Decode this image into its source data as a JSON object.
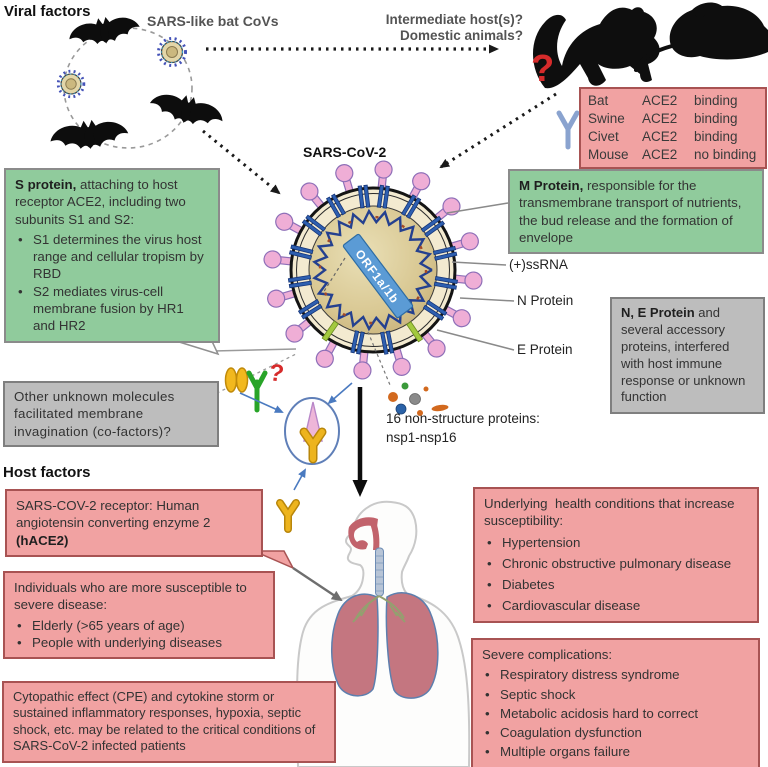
{
  "viral": {
    "heading": "Viral factors",
    "bat_covs": "SARS-like bat CoVs",
    "intermediate_line1": "Intermediate host(s)?",
    "intermediate_line2": "Domestic animals?",
    "host_question": "?",
    "cofactor_question": "?"
  },
  "table": {
    "rows": [
      {
        "animal": "Bat",
        "receptor": "ACE2",
        "binding": "binding"
      },
      {
        "animal": "Swine",
        "receptor": "ACE2",
        "binding": "binding"
      },
      {
        "animal": "Civet",
        "receptor": "ACE2",
        "binding": "binding"
      },
      {
        "animal": "Mouse",
        "receptor": "ACE2",
        "binding": "no binding"
      }
    ]
  },
  "virus": {
    "label": "SARS-CoV-2",
    "orf": "ORF1a/1b",
    "ssrna": "(+)ssRNA",
    "n_protein": "N Protein",
    "e_protein": "E Protein",
    "nsp_line1": "16 non-structure proteins:",
    "nsp_line2": "nsp1-nsp16"
  },
  "boxes": {
    "s_protein": {
      "lead": "S protein,",
      "rest": " attaching to host receptor ACE2, including two subunits S1 and S2:",
      "bullets": [
        "S1 determines the virus host range and cellular tropism by RBD",
        "S2 mediates virus-cell membrane fusion by HR1 and HR2"
      ]
    },
    "m_protein": {
      "lead": "M Protein,",
      "rest": " responsible for the transmembrane transport of nutrients, the bud release and the formation of envelope"
    },
    "ne_protein": {
      "lead": "N, E Protein",
      "rest": " and several accessory proteins, interfered with host immune response or unknown function"
    },
    "cofactors": {
      "text": "Other unknown molecules facilitated membrane invagination (co-factors)?"
    }
  },
  "host": {
    "heading": "Host factors",
    "receptor": {
      "text": "SARS-COV-2 receptor: Human angiotensin converting enzyme 2 ",
      "bold": "(hACE2)"
    },
    "susceptible": {
      "intro": "Individuals who are more susceptible to severe disease:",
      "bullets": [
        "Elderly (>65 years of age)",
        "People with underlying diseases"
      ]
    },
    "cpe": {
      "text": "Cytopathic effect (CPE) and cytokine storm or sustained inflammatory responses, hypoxia, septic shock, etc. may be related to the critical conditions of SARS-CoV-2 infected patients"
    },
    "conditions": {
      "intro": "Underlying  health conditions that increase susceptibility:",
      "bullets": [
        "Hypertension",
        "Chronic obstructive pulmonary disease",
        "Diabetes",
        "Cardiovascular disease"
      ]
    },
    "complications": {
      "intro": "Severe complications:",
      "bullets": [
        "Respiratory distress syndrome",
        "Septic shock",
        "Metabolic acidosis hard to correct",
        "Coagulation dysfunction",
        "Multiple organs failure"
      ]
    }
  },
  "colors": {
    "box_pink": "#f1a2a2",
    "box_pink_border": "#a85353",
    "box_green": "#90cb9c",
    "box_gray": "#bdbdbd",
    "virus_m_blue": "#2e5fb0",
    "spike_pink": "#efaed6",
    "orf_blue": "#5b9bd5",
    "question_red": "#d62b2b",
    "receptor_yellow": "#edb41e"
  }
}
